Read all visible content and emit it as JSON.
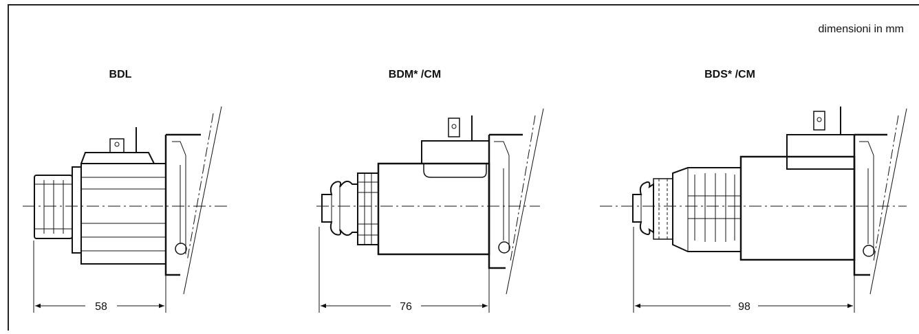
{
  "units_note": "dimensioni in mm",
  "variants": [
    {
      "title": "BDL",
      "dimension": "58"
    },
    {
      "title": "BDM* /CM",
      "dimension": "76"
    },
    {
      "title": "BDS* /CM",
      "dimension": "98"
    }
  ]
}
